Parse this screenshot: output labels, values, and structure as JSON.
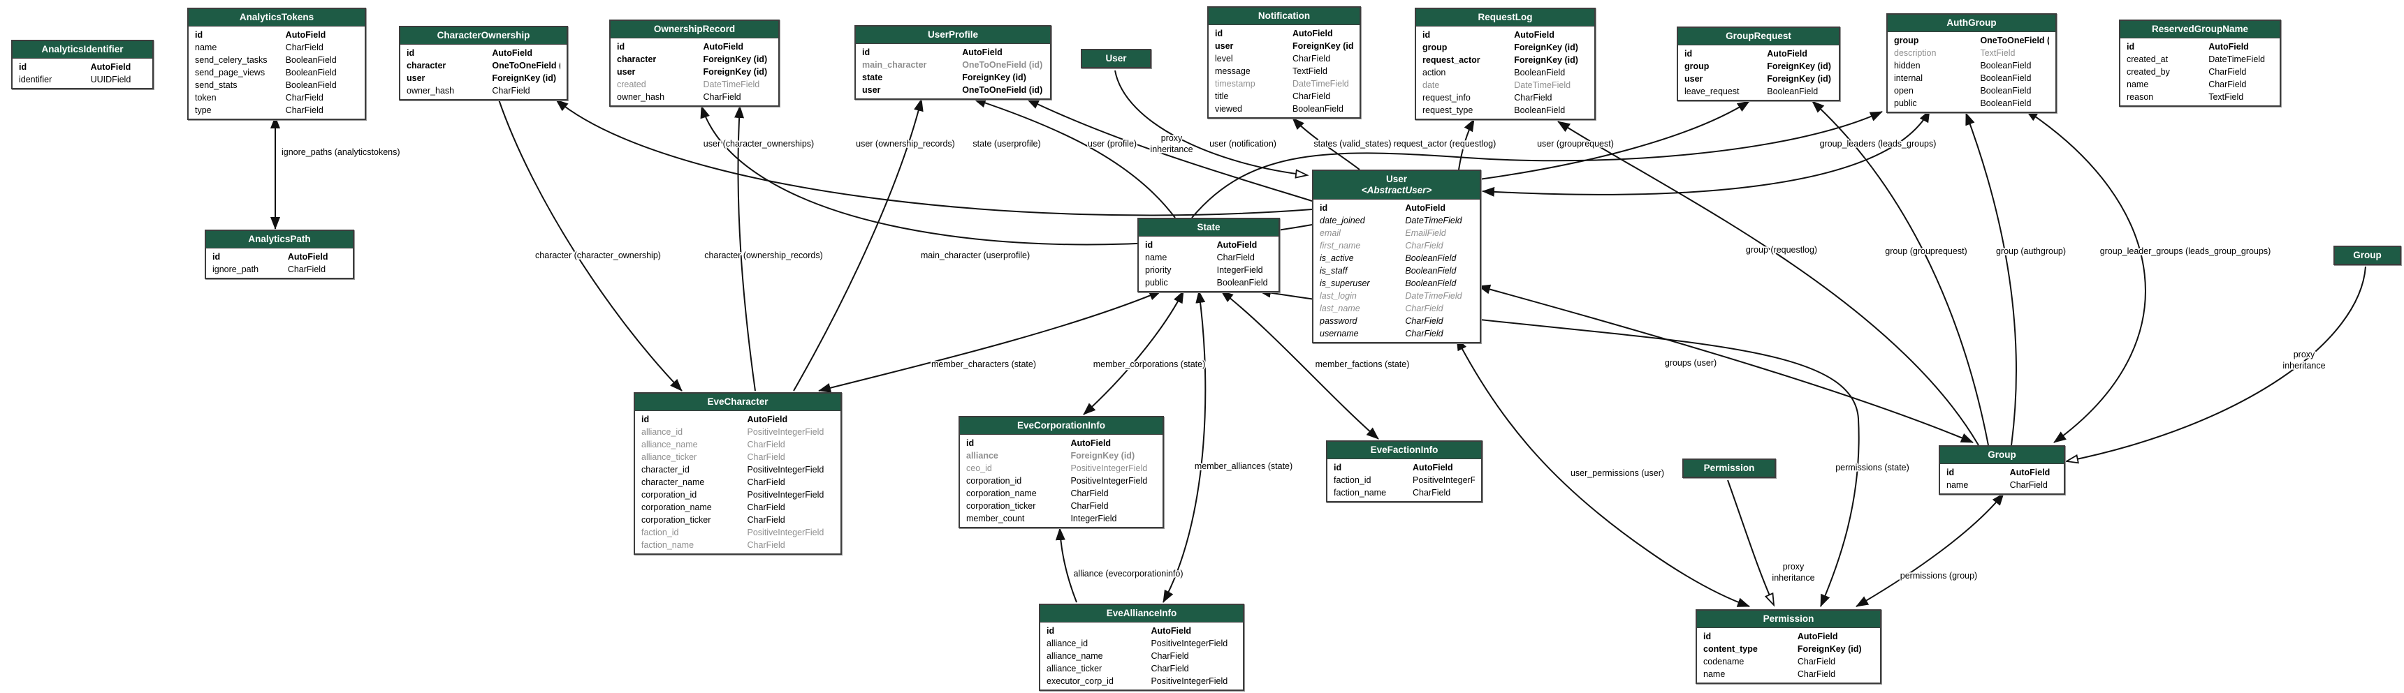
{
  "diagram": {
    "colors": {
      "header_bg": "#1e5b45",
      "header_text": "#ffffff",
      "muted_field": "#8f8f8f",
      "edge_line": "#111111"
    },
    "tables": [
      {
        "id": "analyticsidentifier",
        "title": "AnalyticsIdentifier",
        "fields": [
          {
            "name": "id",
            "type": "AutoField",
            "style": "b"
          },
          {
            "name": "identifier",
            "type": "UUIDField",
            "style": ""
          }
        ]
      },
      {
        "id": "analyticstokens",
        "title": "AnalyticsTokens",
        "fields": [
          {
            "name": "id",
            "type": "AutoField",
            "style": "b"
          },
          {
            "name": "name",
            "type": "CharField",
            "style": ""
          },
          {
            "name": "send_celery_tasks",
            "type": "BooleanField",
            "style": ""
          },
          {
            "name": "send_page_views",
            "type": "BooleanField",
            "style": ""
          },
          {
            "name": "send_stats",
            "type": "BooleanField",
            "style": ""
          },
          {
            "name": "token",
            "type": "CharField",
            "style": ""
          },
          {
            "name": "type",
            "type": "CharField",
            "style": ""
          }
        ]
      },
      {
        "id": "characterownership",
        "title": "CharacterOwnership",
        "fields": [
          {
            "name": "id",
            "type": "AutoField",
            "style": "b"
          },
          {
            "name": "character",
            "type": "OneToOneField (id)",
            "style": "b"
          },
          {
            "name": "user",
            "type": "ForeignKey (id)",
            "style": "b"
          },
          {
            "name": "owner_hash",
            "type": "CharField",
            "style": ""
          }
        ]
      },
      {
        "id": "ownershiprecord",
        "title": "OwnershipRecord",
        "fields": [
          {
            "name": "id",
            "type": "AutoField",
            "style": "b"
          },
          {
            "name": "character",
            "type": "ForeignKey (id)",
            "style": "b"
          },
          {
            "name": "user",
            "type": "ForeignKey (id)",
            "style": "b"
          },
          {
            "name": "created",
            "type": "DateTimeField",
            "style": "g"
          },
          {
            "name": "owner_hash",
            "type": "CharField",
            "style": ""
          }
        ]
      },
      {
        "id": "userprofile",
        "title": "UserProfile",
        "fields": [
          {
            "name": "id",
            "type": "AutoField",
            "style": "b"
          },
          {
            "name": "main_character",
            "type": "OneToOneField (id)",
            "style": "bg"
          },
          {
            "name": "state",
            "type": "ForeignKey (id)",
            "style": "b"
          },
          {
            "name": "user",
            "type": "OneToOneField (id)",
            "style": "b"
          }
        ]
      },
      {
        "id": "user-proxy",
        "title": "User",
        "fields": []
      },
      {
        "id": "notification",
        "title": "Notification",
        "fields": [
          {
            "name": "id",
            "type": "AutoField",
            "style": "b"
          },
          {
            "name": "user",
            "type": "ForeignKey (id)",
            "style": "b"
          },
          {
            "name": "level",
            "type": "CharField",
            "style": ""
          },
          {
            "name": "message",
            "type": "TextField",
            "style": ""
          },
          {
            "name": "timestamp",
            "type": "DateTimeField",
            "style": "g"
          },
          {
            "name": "title",
            "type": "CharField",
            "style": ""
          },
          {
            "name": "viewed",
            "type": "BooleanField",
            "style": ""
          }
        ]
      },
      {
        "id": "requestlog",
        "title": "RequestLog",
        "fields": [
          {
            "name": "id",
            "type": "AutoField",
            "style": "b"
          },
          {
            "name": "group",
            "type": "ForeignKey (id)",
            "style": "b"
          },
          {
            "name": "request_actor",
            "type": "ForeignKey (id)",
            "style": "b"
          },
          {
            "name": "action",
            "type": "BooleanField",
            "style": ""
          },
          {
            "name": "date",
            "type": "DateTimeField",
            "style": "g"
          },
          {
            "name": "request_info",
            "type": "CharField",
            "style": ""
          },
          {
            "name": "request_type",
            "type": "BooleanField",
            "style": ""
          }
        ]
      },
      {
        "id": "grouprequest",
        "title": "GroupRequest",
        "fields": [
          {
            "name": "id",
            "type": "AutoField",
            "style": "b"
          },
          {
            "name": "group",
            "type": "ForeignKey (id)",
            "style": "b"
          },
          {
            "name": "user",
            "type": "ForeignKey (id)",
            "style": "b"
          },
          {
            "name": "leave_request",
            "type": "BooleanField",
            "style": ""
          }
        ]
      },
      {
        "id": "authgroup",
        "title": "AuthGroup",
        "fields": [
          {
            "name": "group",
            "type": "OneToOneField (id)",
            "style": "b"
          },
          {
            "name": "description",
            "type": "TextField",
            "style": "g"
          },
          {
            "name": "hidden",
            "type": "BooleanField",
            "style": ""
          },
          {
            "name": "internal",
            "type": "BooleanField",
            "style": ""
          },
          {
            "name": "open",
            "type": "BooleanField",
            "style": ""
          },
          {
            "name": "public",
            "type": "BooleanField",
            "style": ""
          }
        ]
      },
      {
        "id": "reservedgroupname",
        "title": "ReservedGroupName",
        "fields": [
          {
            "name": "id",
            "type": "AutoField",
            "style": "b"
          },
          {
            "name": "created_at",
            "type": "DateTimeField",
            "style": ""
          },
          {
            "name": "created_by",
            "type": "CharField",
            "style": ""
          },
          {
            "name": "name",
            "type": "CharField",
            "style": ""
          },
          {
            "name": "reason",
            "type": "TextField",
            "style": ""
          }
        ]
      },
      {
        "id": "analyticspath",
        "title": "AnalyticsPath",
        "fields": [
          {
            "name": "id",
            "type": "AutoField",
            "style": "b"
          },
          {
            "name": "ignore_path",
            "type": "CharField",
            "style": ""
          }
        ]
      },
      {
        "id": "state",
        "title": "State",
        "fields": [
          {
            "name": "id",
            "type": "AutoField",
            "style": "b"
          },
          {
            "name": "name",
            "type": "CharField",
            "style": ""
          },
          {
            "name": "priority",
            "type": "IntegerField",
            "style": ""
          },
          {
            "name": "public",
            "type": "BooleanField",
            "style": ""
          }
        ]
      },
      {
        "id": "user",
        "title": "User",
        "subtitle": "<AbstractUser>",
        "fields": [
          {
            "name": "id",
            "type": "AutoField",
            "style": "b"
          },
          {
            "name": "date_joined",
            "type": "DateTimeField",
            "style": "i"
          },
          {
            "name": "email",
            "type": "EmailField",
            "style": "gi"
          },
          {
            "name": "first_name",
            "type": "CharField",
            "style": "gi"
          },
          {
            "name": "is_active",
            "type": "BooleanField",
            "style": "i"
          },
          {
            "name": "is_staff",
            "type": "BooleanField",
            "style": "i"
          },
          {
            "name": "is_superuser",
            "type": "BooleanField",
            "style": "i"
          },
          {
            "name": "last_login",
            "type": "DateTimeField",
            "style": "gi"
          },
          {
            "name": "last_name",
            "type": "CharField",
            "style": "gi"
          },
          {
            "name": "password",
            "type": "CharField",
            "style": "i"
          },
          {
            "name": "username",
            "type": "CharField",
            "style": "i"
          }
        ]
      },
      {
        "id": "group-proxy",
        "title": "Group",
        "fields": []
      },
      {
        "id": "evecharacter",
        "title": "EveCharacter",
        "fields": [
          {
            "name": "id",
            "type": "AutoField",
            "style": "b"
          },
          {
            "name": "alliance_id",
            "type": "PositiveIntegerField",
            "style": "g"
          },
          {
            "name": "alliance_name",
            "type": "CharField",
            "style": "g"
          },
          {
            "name": "alliance_ticker",
            "type": "CharField",
            "style": "g"
          },
          {
            "name": "character_id",
            "type": "PositiveIntegerField",
            "style": ""
          },
          {
            "name": "character_name",
            "type": "CharField",
            "style": ""
          },
          {
            "name": "corporation_id",
            "type": "PositiveIntegerField",
            "style": ""
          },
          {
            "name": "corporation_name",
            "type": "CharField",
            "style": ""
          },
          {
            "name": "corporation_ticker",
            "type": "CharField",
            "style": ""
          },
          {
            "name": "faction_id",
            "type": "PositiveIntegerField",
            "style": "g"
          },
          {
            "name": "faction_name",
            "type": "CharField",
            "style": "g"
          }
        ]
      },
      {
        "id": "evecorporationinfo",
        "title": "EveCorporationInfo",
        "fields": [
          {
            "name": "id",
            "type": "AutoField",
            "style": "b"
          },
          {
            "name": "alliance",
            "type": "ForeignKey (id)",
            "style": "bg"
          },
          {
            "name": "ceo_id",
            "type": "PositiveIntegerField",
            "style": "g"
          },
          {
            "name": "corporation_id",
            "type": "PositiveIntegerField",
            "style": ""
          },
          {
            "name": "corporation_name",
            "type": "CharField",
            "style": ""
          },
          {
            "name": "corporation_ticker",
            "type": "CharField",
            "style": ""
          },
          {
            "name": "member_count",
            "type": "IntegerField",
            "style": ""
          }
        ]
      },
      {
        "id": "evefactioninfo",
        "title": "EveFactionInfo",
        "fields": [
          {
            "name": "id",
            "type": "AutoField",
            "style": "b"
          },
          {
            "name": "faction_id",
            "type": "PositiveIntegerField",
            "style": ""
          },
          {
            "name": "faction_name",
            "type": "CharField",
            "style": ""
          }
        ]
      },
      {
        "id": "permission-proxy",
        "title": "Permission",
        "fields": []
      },
      {
        "id": "group",
        "title": "Group",
        "fields": [
          {
            "name": "id",
            "type": "AutoField",
            "style": "b"
          },
          {
            "name": "name",
            "type": "CharField",
            "style": ""
          }
        ]
      },
      {
        "id": "evealliancesinfo",
        "title": "EveAllianceInfo",
        "fields": [
          {
            "name": "id",
            "type": "AutoField",
            "style": "b"
          },
          {
            "name": "alliance_id",
            "type": "PositiveIntegerField",
            "style": ""
          },
          {
            "name": "alliance_name",
            "type": "CharField",
            "style": ""
          },
          {
            "name": "alliance_ticker",
            "type": "CharField",
            "style": ""
          },
          {
            "name": "executor_corp_id",
            "type": "PositiveIntegerField",
            "style": ""
          }
        ]
      },
      {
        "id": "permission",
        "title": "Permission",
        "fields": [
          {
            "name": "id",
            "type": "AutoField",
            "style": "b"
          },
          {
            "name": "content_type",
            "type": "ForeignKey (id)",
            "style": "b"
          },
          {
            "name": "codename",
            "type": "CharField",
            "style": ""
          },
          {
            "name": "name",
            "type": "CharField",
            "style": ""
          }
        ]
      }
    ],
    "edge_labels": [
      {
        "id": "ignore-paths",
        "text": "ignore_paths (analyticstokens)"
      },
      {
        "id": "user-character-ownerships",
        "text": "user (character_ownerships)"
      },
      {
        "id": "character-character-ownership",
        "text": "character (character_ownership)"
      },
      {
        "id": "user-ownership-records",
        "text": "user (ownership_records)"
      },
      {
        "id": "character-ownership-records",
        "text": "character (ownership_records)"
      },
      {
        "id": "state-userprofile",
        "text": "state (userprofile)"
      },
      {
        "id": "main-character-userprofile",
        "text": "main_character (userprofile)"
      },
      {
        "id": "user-profile",
        "text": "user (profile)"
      },
      {
        "id": "proxy-inheritance-user",
        "text": "proxy",
        "text2": "inheritance"
      },
      {
        "id": "user-notification",
        "text": "user (notification)"
      },
      {
        "id": "states-valid-states",
        "text": "states (valid_states)"
      },
      {
        "id": "request-actor-requestlog",
        "text": "request_actor (requestlog)"
      },
      {
        "id": "group-requestlog",
        "text": "group (requestlog)"
      },
      {
        "id": "user-grouprequest",
        "text": "user (grouprequest)"
      },
      {
        "id": "group-grouprequest",
        "text": "group (grouprequest)"
      },
      {
        "id": "group-authgroup",
        "text": "group (authgroup)"
      },
      {
        "id": "group-leaders-leads-groups",
        "text": "group_leaders (leads_groups)"
      },
      {
        "id": "group-leader-groups",
        "text": "group_leader_groups (leads_group_groups)"
      },
      {
        "id": "proxy-inheritance-group",
        "text": "proxy",
        "text2": "inheritance"
      },
      {
        "id": "member-characters-state",
        "text": "member_characters (state)"
      },
      {
        "id": "member-corporations-state",
        "text": "member_corporations (state)"
      },
      {
        "id": "member-factions-state",
        "text": "member_factions (state)"
      },
      {
        "id": "member-alliances-state",
        "text": "member_alliances (state)"
      },
      {
        "id": "groups-user",
        "text": "groups (user)"
      },
      {
        "id": "user-permissions-user",
        "text": "user_permissions (user)"
      },
      {
        "id": "permissions-state",
        "text": "permissions (state)"
      },
      {
        "id": "alliance-evecorporationinfo",
        "text": "alliance (evecorporationinfo)"
      },
      {
        "id": "proxy-inheritance-permission",
        "text": "proxy",
        "text2": "inheritance"
      },
      {
        "id": "permissions-group",
        "text": "permissions (group)"
      }
    ]
  }
}
